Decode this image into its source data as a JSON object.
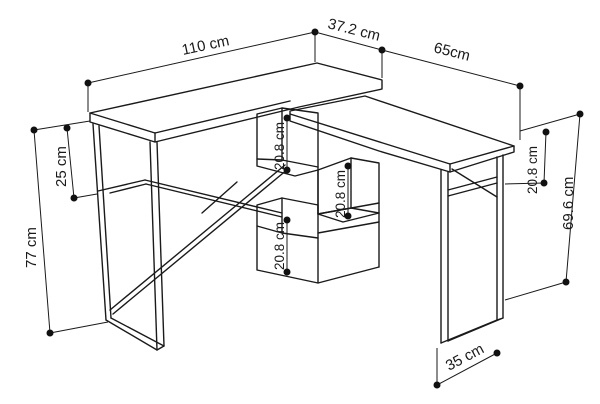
{
  "dimensions": {
    "left_desk_length": "110 cm",
    "desk_depth": "37.2 cm",
    "right_desk_length": "65cm",
    "front_top_height": "25 cm",
    "total_height": "77 cm",
    "right_shelf_height": "20.8 cm",
    "right_leg_height": "69.6 cm",
    "right_base_width": "35 cm",
    "shelf_upper": "20.8 cm",
    "shelf_middle": "20.8 cm",
    "shelf_lower": "20.8 cm"
  },
  "colors": {
    "line": "#1a1a1a",
    "background": "#ffffff"
  }
}
